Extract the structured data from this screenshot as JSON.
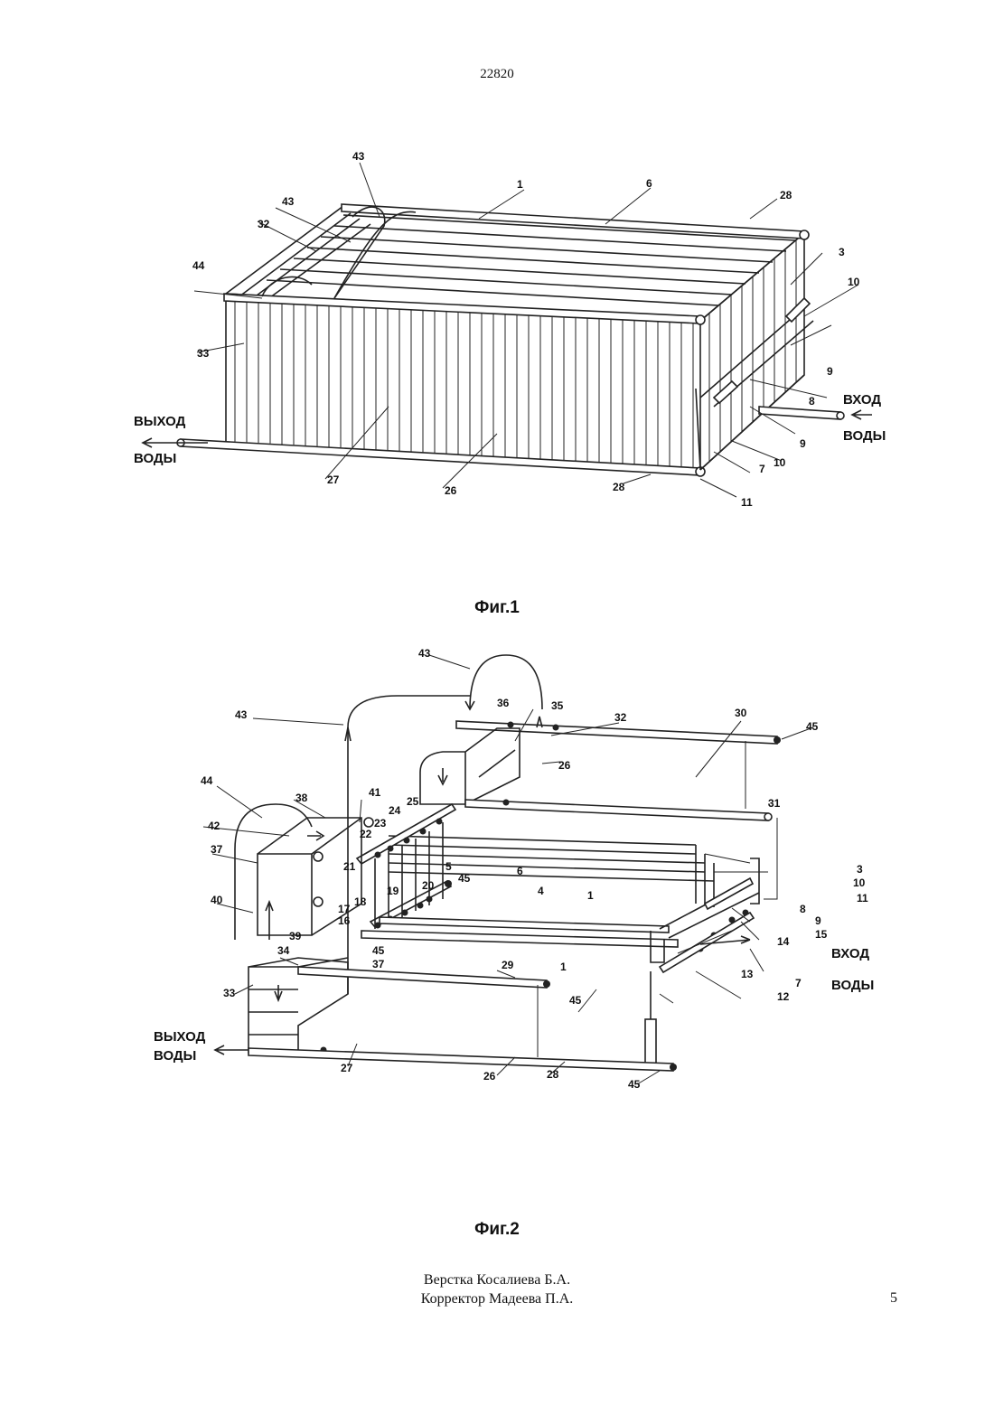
{
  "header": {
    "document_number": "22820"
  },
  "figures": [
    {
      "caption": "Фиг.1",
      "labels": {
        "l43a": "43",
        "l43b": "43",
        "l1": "1",
        "l6": "6",
        "l28a": "28",
        "l32": "32",
        "l44": "44",
        "l3": "3",
        "l10a": "10",
        "l33": "33",
        "l9a": "9",
        "l8": "8",
        "l9b": "9",
        "l10b": "10",
        "l7": "7",
        "l11": "11",
        "l27": "27",
        "l26": "26",
        "l28b": "28"
      },
      "texts": {
        "outlet_1": "ВЫХОД",
        "outlet_2": "ВОДЫ",
        "inlet_1": "ВХОД",
        "inlet_2": "ВОДЫ"
      }
    },
    {
      "caption": "Фиг.2",
      "labels": {
        "l43a": "43",
        "l43b": "43",
        "l36": "36",
        "l35": "35",
        "l32": "32",
        "l30": "30",
        "l45a": "45",
        "l26a": "26",
        "l44": "44",
        "l38": "38",
        "l41": "41",
        "l24": "24",
        "l25": "25",
        "l31": "31",
        "l42": "42",
        "l23": "23",
        "l22": "22",
        "l21": "21",
        "l37a": "37",
        "l5": "5",
        "l6": "6",
        "l3": "3",
        "l10": "10",
        "l11": "11",
        "l19": "19",
        "l20": "20",
        "l45b": "45",
        "l4": "4",
        "l1a": "1",
        "l40": "40",
        "l18": "18",
        "l17": "17",
        "l16": "16",
        "l8": "8",
        "l9": "9",
        "l15": "15",
        "l14": "14",
        "l39": "39",
        "l34": "34",
        "l45c": "45",
        "l37b": "37",
        "l1b": "1",
        "l29": "29",
        "l13": "13",
        "l7": "7",
        "l33": "33",
        "l45d": "45",
        "l12": "12",
        "l27": "27",
        "l26b": "26",
        "l28": "28",
        "l45e": "45"
      },
      "texts": {
        "inlet_1": "ВХОД",
        "inlet_2": "ВОДЫ",
        "outlet_1": "ВЫХОД",
        "outlet_2": "ВОДЫ"
      }
    }
  ],
  "credits": {
    "line1": "Верстка Косалиева Б.А.",
    "line2": "Корректор Мадеева П.А."
  },
  "page_number": "5"
}
